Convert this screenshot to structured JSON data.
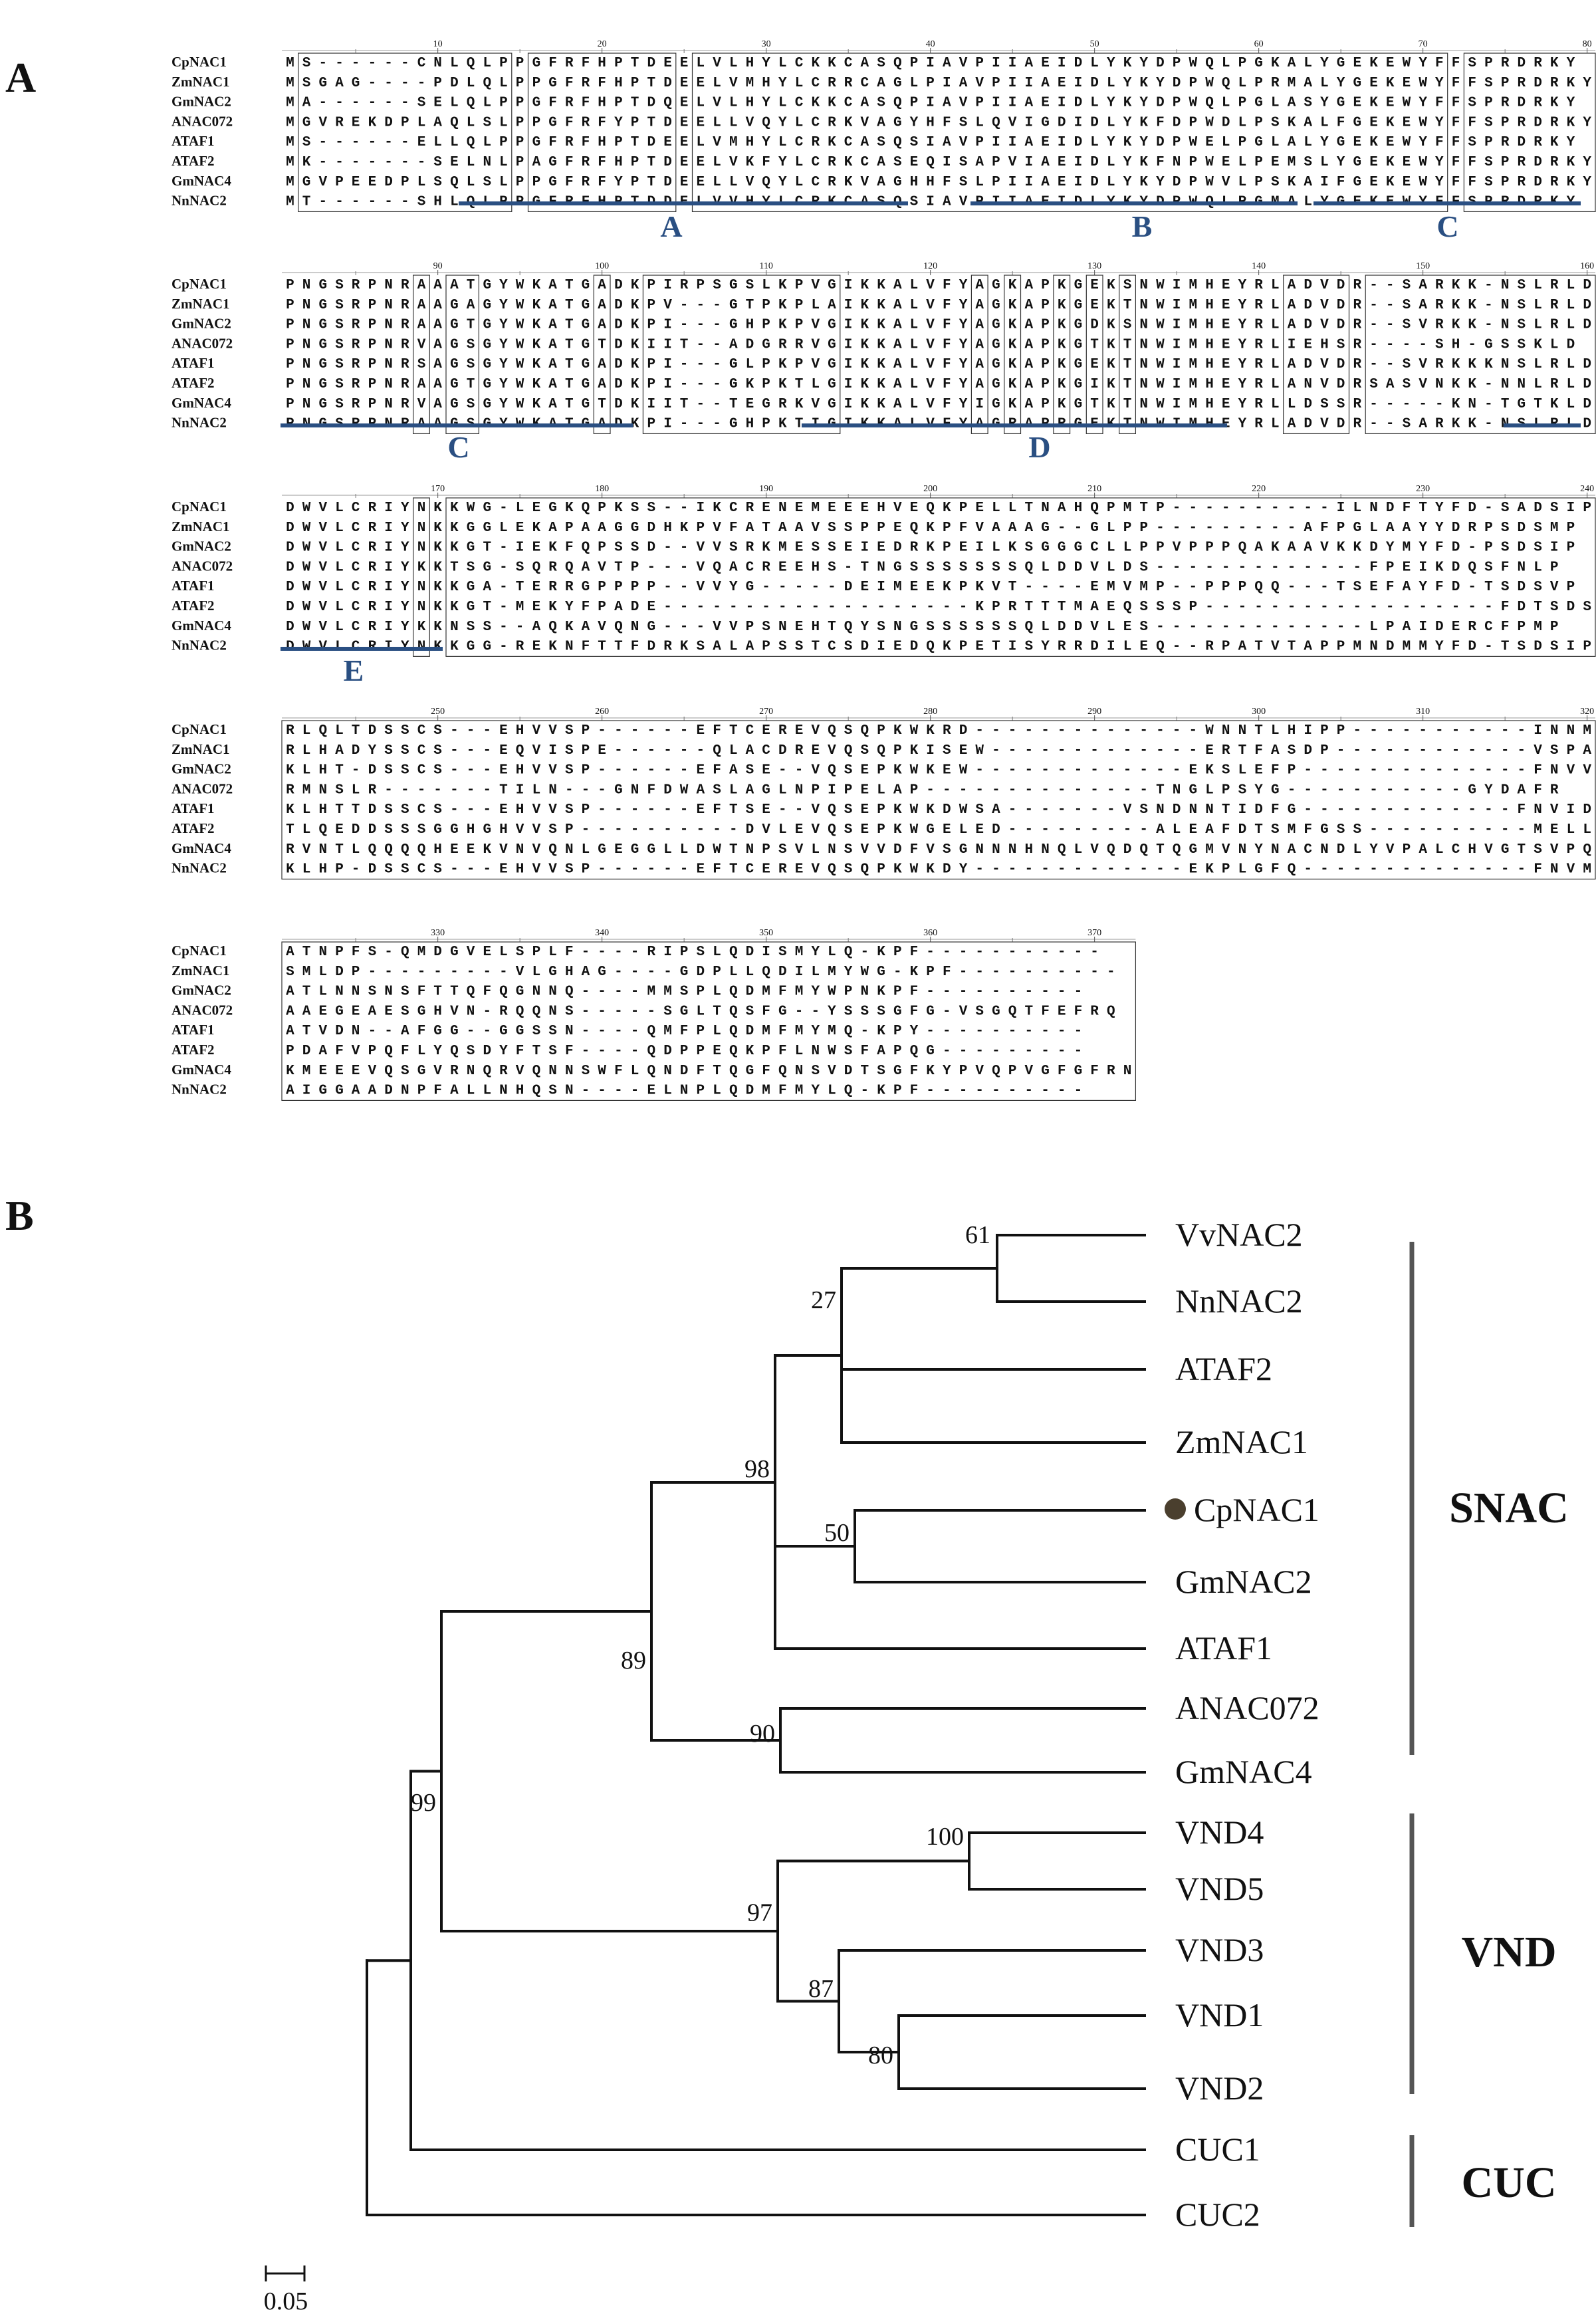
{
  "panels": {
    "a": "A",
    "b": "B"
  },
  "alignment": {
    "names": [
      "CpNAC1",
      "ZmNAC1",
      "GmNAC2",
      "ANAC072",
      "ATAF1",
      "ATAF2",
      "GmNAC4",
      "NnNAC2"
    ],
    "blocks": [
      {
        "start": 1,
        "rows": [
          "MS------CNLQLPPGFRFHPTDEELVLHYLCKKCASQPIAVPIIAEIDLYKYDPWQLPGKALYGEKEWYFFSPRDRKY",
          "MSGAG----PDLQLPPGFRFHPTDEELVMHYLCRRCAGLPIAVPIIAEIDLYKYDPWQLPRMALYGEKEWYFFSPRDRKY",
          "MA------SELQLPPGFRFHPTDQELVLHYLCKKCASQPIAVPIIAEIDLYKYDPWQLPGLASYGEKEWYFFSPRDRKY",
          "MGVREKDPLAQLSLPPGFRFYPTDEELLVQYLCRKVAGYHFSLQVIGDIDLYKFDPWDLPSKALFGEKEWYFFSPRDRKY",
          "MS------ELLQLPPGFRFHPTDEELVMHYLCRKCASQSIAVPIIAEIDLYKYDPWELPGLALYGEKEWYFFSPRDRKY",
          "MK-------SELNLPAGFRFHPTDEELVKFYLCRKCASEQISAPVIAEIDLYKFNPWELPEMSLYGEKEWYFFSPRDRKY",
          "MGVPEEDPLSQLSLPPGFRFYPTDEELLVQYLCRKVAGHHFSLPIIAEIDLYKYDPWVLPSKAIFGEKEWYFFSPRDRKY",
          "MT------SHLQLPPGFRFHPTDDELVVHYLCRKCASQSIAVPIIAEIDLYKYDPWQLPGMALYGEKEWYFFSPRDRKY"
        ]
      },
      {
        "start": 81,
        "rows": [
          "PNGSRPNRAAATGYWKATGADKPIRPSGSLKPVGIKKALVFYAGKAPKGEKSNWIMHEYRLADVDR--SARKK-NSLRLD",
          "PNGSRPNRAAGAGYWKATGADKPV---GTPKPLAIKKALVFYAGKAPKGEKTNWIMHEYRLADVDR--SARKK-NSLRLD",
          "PNGSRPNRAAGTGYWKATGADKPI---GHPKPVGIKKALVFYAGKAPKGDKSNWIMHEYRLADVDR--SVRKK-NSLRLD",
          "PNGSRPNRVAGSGYWKATGTDKIIT--ADGRRVGIKKALVFYAGKAPKGTKTNWIMHEYRLIEHSR----SH-GSSKLD",
          "PNGSRPNRSAGSGYWKATGADKPI---GLPKPVGIKKALVFYAGKAPKGEKTNWIMHEYRLADVDR--SVRKKKNSLRLD",
          "PNGSRPNRAAGTGYWKATGADKPI---GKPKTLGIKKALVFYAGKAPKGIKTNWIMHEYRLANVDRSASVNKK-NNLRLD",
          "PNGSRPNRVAGSGYWKATGTDKIIT--TEGRKVGIKKALVFYIGKAPKGTKTNWIMHEYRLLDSSR-----KN-TGTKLD",
          "PNGSRPNRAAGSGYWKATGADKPI---GHPKTIGIKKALVFYAGRAPRGEKTNWIMHEYRLADVDR--SARKK-NSLRLD"
        ]
      },
      {
        "start": 161,
        "rows": [
          "DWVLCRIYNKKWG-LEGKQPKSS--IKCRENEMEEEHVEQKPELLTNAHQPMTP----------ILNDFTYFD-SADSIP",
          "DWVLCRIYNKKGGLEKAPAAGGDHKPVFATAAVSSPPEQKPFVAAAG--GLPP---------AFPGLAAYYDRPSDSMP",
          "DWVLCRIYNKKGT-IEKFQPSSD--VVSRKMESSEIEDRKPEILKSGGGCLLPPVPPPQAKAAVKKDYMYFD-PSDSIP",
          "DWVLCRIYKKTSG-SQRQAVTP---VQACREEHS-TNGSSSSSSSQLDDVLDS-------------FPEIKDQSFNLP",
          "DWVLCRIYNKKGA-TERRGPPPP--VVYG-----DEIMEEKPKVT----EMVMP--PPPQQ---TSEFAYFD-TSDSVP",
          "DWVLCRIYNKKGT-MEKYFPADE-------------------KPRTTTMAEQSSSP------------------FDTSDSTYP",
          "DWVLCRIYKKNSS--AQKAVQNG---VVPSNEHTQYSNGSSSSSSQLDDVLES-------------LPAIDERCFPMP",
          "DWVLCRIYNKKGG-REKNFTTFDRKSALAPSSTCSDIEDQKPETISYRRDILEQ--RPATVTAPPMNDMMYFD-TSDSIP"
        ]
      },
      {
        "start": 241,
        "rows": [
          "RLQLTDSSCS---EHVVSP------EFTCEREVQSQPKWKRD--------------WNNTLHIPP-----------INNMD",
          "RLHADYSSCS---EQVISPE------QLACDREVQSQPKISEW-------------ERTFASDP------------VSPAG",
          "KLHT-DSSCS---EHVVSP------EFASE--VQSEPKWKEW-------------EKSLEFP--------------FNVVD",
          "RMNSLR-------TILN---GNFDWASLAGLNPIPELAP--------------TNGLPSYG-----------GYDAFR",
          "KLHTTDSSCS---EHVVSP------EFTSE--VQSEPKWKDWSA-------VSNDNNTIDFG-------------FNVID",
          "TLQEDDSSSGGHGHVVSP----------DVLEVQSEPKWGELED---------ALEAFDTSMFGSS----------MELLQ",
          "RVNTLQQQQHEEKVNVQNLGEGGLLDWTNPSVLNSVVDFVSGNNNHNQLVQDQTQGMVNYNACNDLYVPALCHVGTSVPQ",
          "KLHP-DSSCS---EHVVSP------EFTCEREVQSQPKWKDY-------------EKPLGFQ--------------FNVMD"
        ]
      },
      {
        "start": 321,
        "rows": [
          "ATNPFS-QMDGVELSPLF----RIPSLQDISMYLQ-KPF-----------",
          "SMLDP---------VLGHAG----GDPLLQDILMYWG-KPF----------",
          "ATLNNSNSFTTQFQGNNQ----MMSPLQDMFMYWPNKPF----------",
          "AAEGEAESGHVN-RQQNS-----SGLTQSFG--YSSSGFG-VSGQTFEFRQ",
          "ATVDN--AFGG--GGSSN----QMFPLQDMFMYMQ-KPY----------",
          "PDAFVPQFLYQSDYFTSF----QDPPEQKPFLNWSFAPQG---------",
          "KMEEEVQSGVRNQRVQNNSWFLQNDFTQGFQNSVDTSGFKYPVQPVGFGFRN",
          "AIGGAADNPFALLNHQSN----ELNPLQDMFMYLQ-KPF----------"
        ]
      }
    ],
    "motifs": [
      "A",
      "B",
      "C",
      "C",
      "D",
      "E"
    ]
  },
  "tree": {
    "taxa": [
      "VvNAC2",
      "NnNAC2",
      "ATAF2",
      "ZmNAC1",
      "CpNAC1",
      "GmNAC2",
      "ATAF1",
      "ANAC072",
      "GmNAC4",
      "VND4",
      "VND5",
      "VND3",
      "VND1",
      "VND2",
      "CUC1",
      "CUC2"
    ],
    "highlighted_taxon": "CpNAC1",
    "bootstrap": [
      "61",
      "27",
      "98",
      "50",
      "89",
      "90",
      "99",
      "100",
      "97",
      "87",
      "80"
    ],
    "groups": [
      "SNAC",
      "VND",
      "CUC"
    ],
    "scale_bar": "0.05",
    "colors": {
      "line": "#111111",
      "marker": "#4a3f2e",
      "motif_label": "#2a4f82",
      "motif_bar": "#2a4f82"
    }
  }
}
